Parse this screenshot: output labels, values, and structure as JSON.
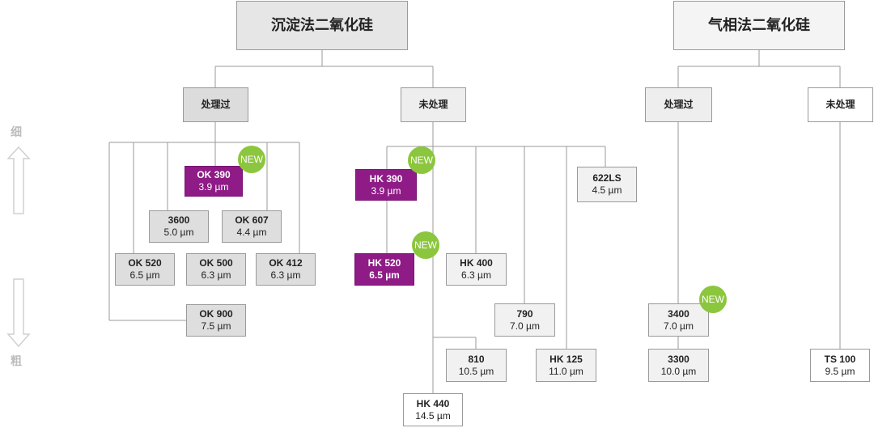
{
  "headers": {
    "precipitated": "沉淀法二氧化硅",
    "fumed": "气相法二氧化硅"
  },
  "categories": {
    "prec_treated": "处理过",
    "prec_untreated": "未处理",
    "fumed_treated": "处理过",
    "fumed_untreated": "未处理"
  },
  "scale": {
    "fine": "细",
    "coarse": "粗"
  },
  "new_badge": "NEW",
  "products": {
    "ok390": {
      "name": "OK 390",
      "size": "3.9 µm"
    },
    "ok3600": {
      "name": "3600",
      "size": "5.0 µm"
    },
    "ok607": {
      "name": "OK 607",
      "size": "4.4 µm"
    },
    "ok520": {
      "name": "OK 520",
      "size": "6.5 µm"
    },
    "ok500": {
      "name": "OK 500",
      "size": "6.3 µm"
    },
    "ok412": {
      "name": "OK 412",
      "size": "6.3 µm"
    },
    "ok900": {
      "name": "OK 900",
      "size": "7.5 µm"
    },
    "hk390": {
      "name": "HK 390",
      "size": "3.9 µm"
    },
    "ls622": {
      "name": "622LS",
      "size": "4.5 µm"
    },
    "hk520": {
      "name": "HK 520",
      "size": "6.5 µm"
    },
    "hk400": {
      "name": "HK 400",
      "size": "6.3 µm"
    },
    "p790": {
      "name": "790",
      "size": "7.0 µm"
    },
    "p810": {
      "name": "810",
      "size": "10.5 µm"
    },
    "hk125": {
      "name": "HK 125",
      "size": "11.0 µm"
    },
    "hk440": {
      "name": "HK 440",
      "size": "14.5 µm"
    },
    "p3400": {
      "name": "3400",
      "size": "7.0 µm"
    },
    "p3300": {
      "name": "3300",
      "size": "10.0 µm"
    },
    "ts100": {
      "name": "TS 100",
      "size": "9.5 µm"
    }
  }
}
